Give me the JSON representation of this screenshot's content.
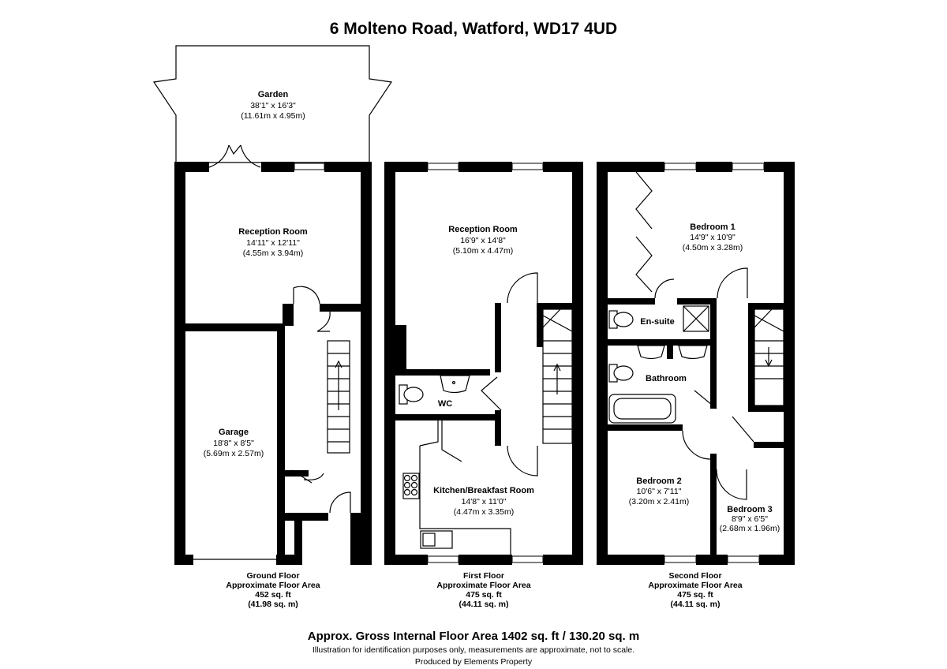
{
  "title": "6 Molteno Road, Watford, WD17 4UD",
  "rooms": {
    "garden": {
      "name": "Garden",
      "imperial": "38'1\" x 16'3\"",
      "metric": "(11.61m x 4.95m)"
    },
    "ground_reception": {
      "name": "Reception Room",
      "imperial": "14'11\" x 12'11\"",
      "metric": "(4.55m x 3.94m)"
    },
    "garage": {
      "name": "Garage",
      "imperial": "18'8\" x 8'5\"",
      "metric": "(5.69m x 2.57m)"
    },
    "first_reception": {
      "name": "Reception Room",
      "imperial": "16'9\" x 14'8\"",
      "metric": "(5.10m x 4.47m)"
    },
    "wc": {
      "name": "WC"
    },
    "kitchen": {
      "name": "Kitchen/Breakfast Room",
      "imperial": "14'8\" x 11'0\"",
      "metric": "(4.47m x 3.35m)"
    },
    "bedroom1": {
      "name": "Bedroom 1",
      "imperial": "14'9\" x 10'9\"",
      "metric": "(4.50m x 3.28m)"
    },
    "ensuite": {
      "name": "En-suite"
    },
    "bathroom": {
      "name": "Bathroom"
    },
    "bedroom2": {
      "name": "Bedroom 2",
      "imperial": "10'6\" x 7'11\"",
      "metric": "(3.20m x 2.41m)"
    },
    "bedroom3": {
      "name": "Bedroom 3",
      "imperial": "8'9\" x 6'5\"",
      "metric": "(2.68m x 1.96m)"
    }
  },
  "floors": {
    "ground": {
      "name": "Ground Floor",
      "label": "Approximate Floor Area",
      "sqft": "452 sq. ft",
      "sqm": "(41.98 sq. m)"
    },
    "first": {
      "name": "First Floor",
      "label": "Approximate Floor Area",
      "sqft": "475 sq. ft",
      "sqm": "(44.11 sq. m)"
    },
    "second": {
      "name": "Second Floor",
      "label": "Approximate Floor Area",
      "sqft": "475 sq. ft",
      "sqm": "(44.11 sq. m)"
    }
  },
  "footer": {
    "gross": "Approx. Gross Internal Floor Area 1402 sq. ft / 130.20 sq. m",
    "disclaimer": "Illustration for identification purposes only, measurements are approximate, not to scale.",
    "producer": "Produced by Elements Property"
  }
}
